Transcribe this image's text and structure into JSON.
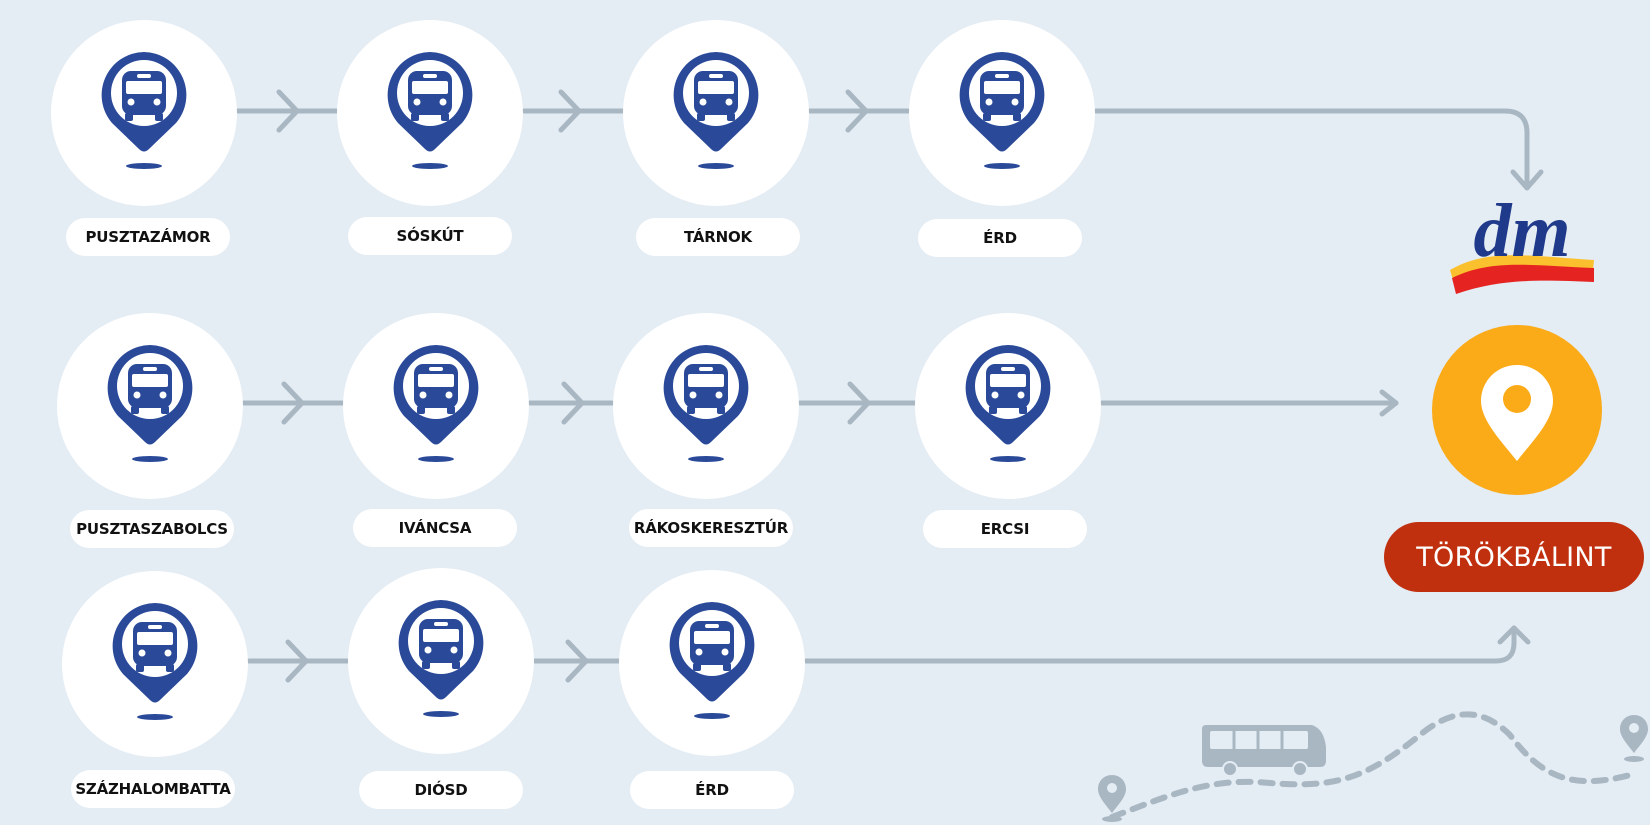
{
  "colors": {
    "background": "#e4ecf4",
    "pin": "#2a4a99",
    "connector": "#a9b7c3",
    "destination_circle": "#fbaa18",
    "destination_label": "#c0300f",
    "logo_blue": "#1f3a8a",
    "logo_red": "#e52421",
    "logo_yellow": "#fbc02d"
  },
  "icons": {
    "stop": "bus-stop-pin-icon",
    "destination": "location-pin-icon",
    "logo": "dm-logo",
    "decoration": "bus-route-decoration"
  },
  "brand": {
    "logo_text": "dm"
  },
  "routes": [
    {
      "stops": [
        "PUSZTAZÁMOR",
        "SÓSKÚT",
        "TÁRNOK",
        "ÉRD"
      ]
    },
    {
      "stops": [
        "PUSZTASZABOLCS",
        "IVÁNCSA",
        "RÁKOSKERESZTÚR",
        "ERCSI"
      ]
    },
    {
      "stops": [
        "SZÁZHALOMBATTA",
        "DIÓSD",
        "ÉRD"
      ]
    }
  ],
  "destination": {
    "name": "TÖRÖKBÁLINT"
  }
}
